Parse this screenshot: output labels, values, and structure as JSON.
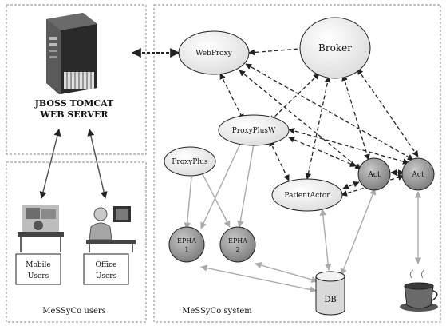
{
  "panels": {
    "server_label_line1": "JBOSS TOMCAT",
    "server_label_line2": "WEB SERVER",
    "users_caption": "MeSSyCo users",
    "system_caption": "MeSSyCo system"
  },
  "users": {
    "mobile_line1": "Mobile",
    "mobile_line2": "Users",
    "office_line1": "Office",
    "office_line2": "Users"
  },
  "nodes": {
    "webproxy": "WebProxy",
    "broker": "Broker",
    "proxyplusw": "ProxyPlusW",
    "proxyplus": "ProxyPlus",
    "patientactor": "PatientActor",
    "act1": "Act",
    "act2": "Act",
    "epha1_line1": "EPHA",
    "epha1_line2": "1",
    "epha2_line1": "EPHA",
    "epha2_line2": "2",
    "db": "DB"
  },
  "colors": {
    "node_fill": "#f2f2f2",
    "dark_node_fill": "#9a9a9a",
    "line": "#222222",
    "panel_border": "#888888",
    "gray_arrow": "#aaaaaa"
  }
}
